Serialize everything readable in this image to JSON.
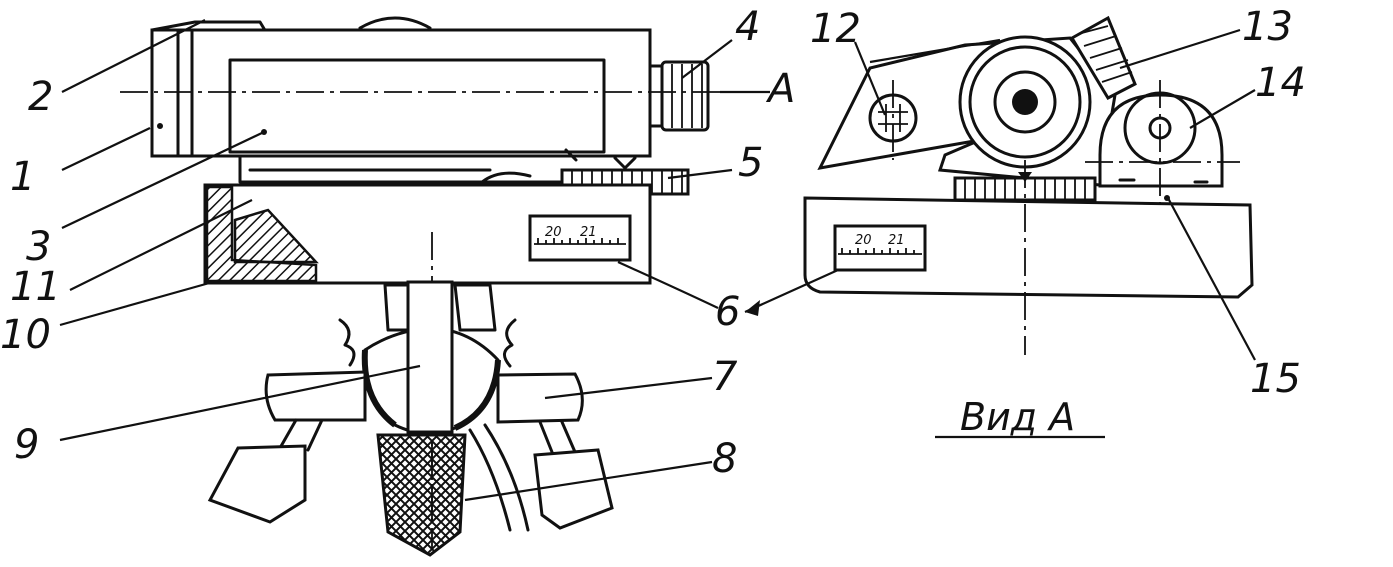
{
  "figure": {
    "callouts": [
      "1",
      "2",
      "3",
      "4",
      "5",
      "6",
      "7",
      "8",
      "9",
      "10",
      "11",
      "12",
      "13",
      "14",
      "15"
    ],
    "axis_label": "A",
    "view_caption": "Вид А",
    "scale_left": [
      "20",
      "21"
    ],
    "scale_right": [
      "20",
      "21"
    ]
  },
  "colors": {
    "ink": "#111111",
    "paper": "#ffffff"
  }
}
